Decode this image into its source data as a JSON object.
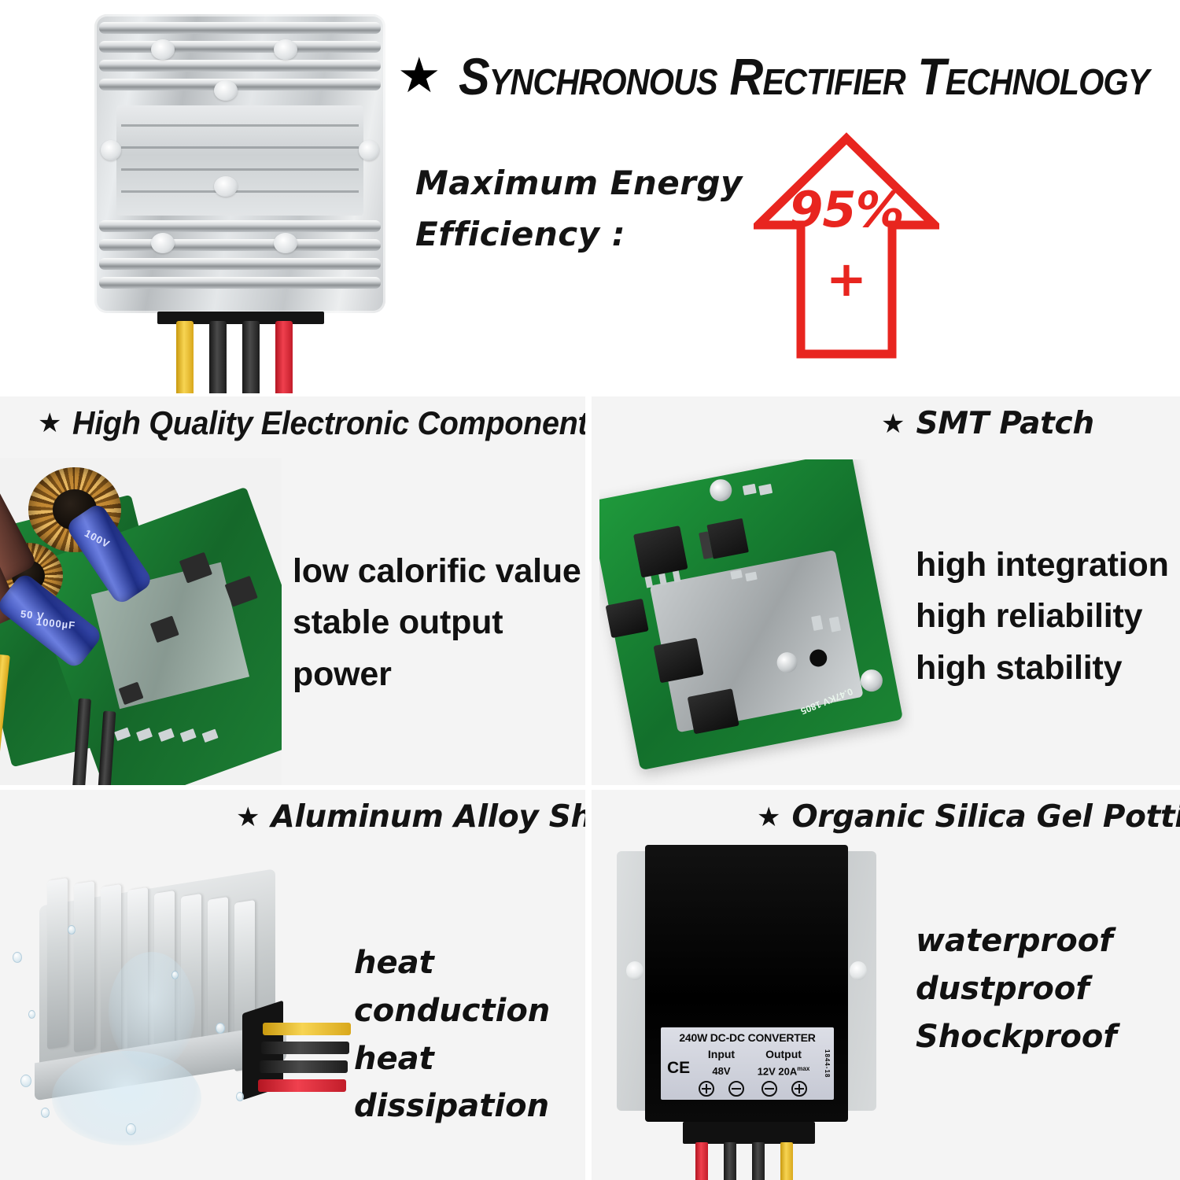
{
  "hero": {
    "star": "★",
    "title": "Synchronous Rectifier Technology",
    "subtitle_line1": "Maximum Energy",
    "subtitle_line2": "Efficiency :",
    "efficiency_value": "95%",
    "efficiency_plus": "+",
    "accent_color": "#e8251f"
  },
  "panels": [
    {
      "id": "high-quality-electronic-components",
      "star": "★",
      "heading": "High Quality Electronic Components",
      "bullets": [
        "low calorific value",
        "stable output power"
      ],
      "image_alt": "green PCB with toroidal inductors and electrolytic capacitors",
      "capacitor_labels": [
        "50 V",
        "50 V",
        "1000µF",
        "100V"
      ]
    },
    {
      "id": "smt-patch",
      "star": "★",
      "heading": "SMT Patch",
      "bullets": [
        "high integration",
        "high reliability",
        "high stability"
      ],
      "image_alt": "SMT populated circuit board close-up",
      "board_marking": "0.47KV 1805"
    },
    {
      "id": "aluminum-alloy-shell",
      "star": "★",
      "heading": "Aluminum Alloy Shell",
      "bullets": [
        "heat conduction",
        "heat dissipation"
      ],
      "image_alt": "finned aluminum heatsink with water splash"
    },
    {
      "id": "organic-silica-gel-potting",
      "star": "★",
      "heading": "Organic Silica Gel Potting",
      "bullets": [
        "waterproof",
        "dustproof",
        "Shockproof"
      ],
      "image_alt": "black potted DC-DC converter with spec label"
    }
  ],
  "product_label": {
    "title": "240W DC-DC CONVERTER",
    "ce_mark": "CE",
    "input_heading": "Input",
    "output_heading": "Output",
    "input_value": "48V",
    "output_value": "12V 20A",
    "output_suffix": "max",
    "side_code": "1844-18",
    "terminals": [
      "+",
      "−",
      "−",
      "+"
    ]
  },
  "wire_colors": {
    "yellow": "#e8b31c",
    "black": "#1a1a1a",
    "red": "#d7202e"
  }
}
